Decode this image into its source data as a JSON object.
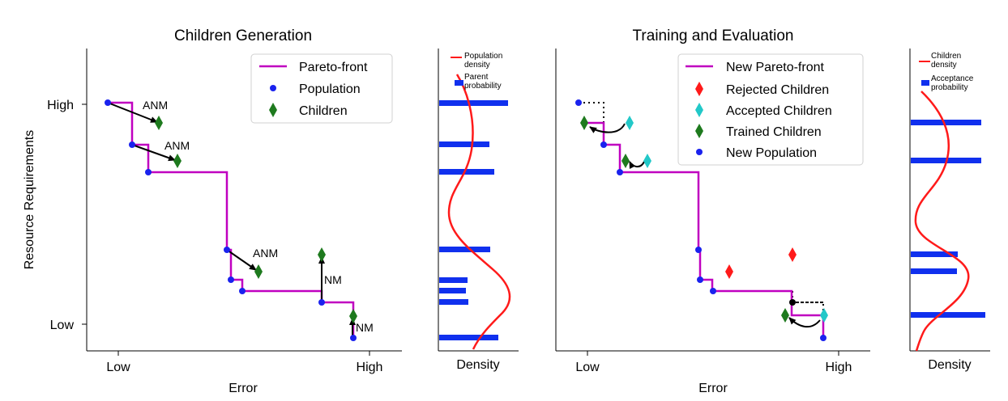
{
  "left_panel": {
    "title": "Children Generation",
    "xlabel": "Error",
    "ylabel": "Resource Requirements",
    "x_ticks": [
      "Low",
      "High"
    ],
    "y_ticks": [
      "High",
      "Low"
    ],
    "legend": [
      "Pareto-front",
      "Population",
      "Children"
    ],
    "annotations": [
      "ANM",
      "ANM",
      "ANM",
      "NM",
      "NM"
    ]
  },
  "left_density": {
    "xlabel": "Density",
    "legend": [
      "Population\ndensity",
      "Parent\nprobability"
    ]
  },
  "right_panel": {
    "title": "Training and Evaluation",
    "xlabel": "Error",
    "x_ticks": [
      "Low",
      "High"
    ],
    "legend": [
      "New Pareto-front",
      "Rejected Children",
      "Accepted Children",
      "Trained Children",
      "New Population"
    ]
  },
  "right_density": {
    "xlabel": "Density",
    "legend": [
      "Children\ndensity",
      "Acceptance\nprobability"
    ]
  },
  "colors": {
    "pareto": "#c000c0",
    "population": "#1a22ee",
    "children": "#1e7a1e",
    "rejected": "#ff1a1a",
    "accepted": "#22c8c8",
    "density_curve": "#ff1a1a",
    "bar": "#1030ee"
  }
}
